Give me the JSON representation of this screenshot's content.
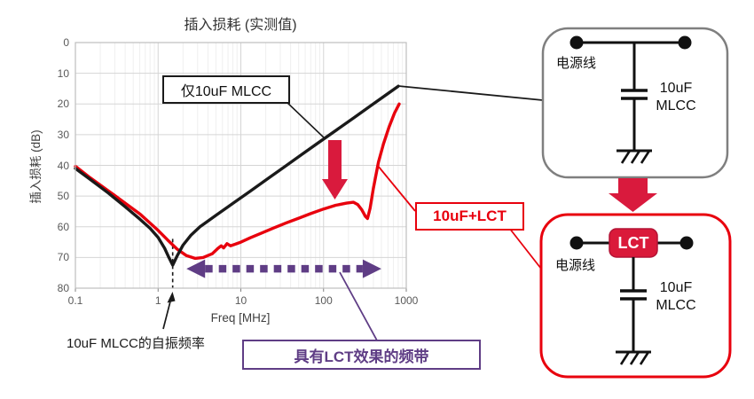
{
  "title": "插入损耗 (实测值)",
  "colors": {
    "curve_black": "#1a1a1a",
    "curve_red": "#e8000d",
    "arrow_crimson": "#d91a3d",
    "purple": "#5f3d85",
    "box_gray_border": "#7f7f7f"
  },
  "chart_data": {
    "type": "line",
    "title": "插入损耗 (实测值)",
    "x_axis": {
      "label": "Freq [MHz]",
      "scale": "log",
      "min": 0.1,
      "max": 1000,
      "ticks": [
        "0.1",
        "1",
        "10",
        "100",
        "1000"
      ]
    },
    "y_axis": {
      "label": "插入损耗 (dB)",
      "min": 0,
      "max": 80,
      "inverted": true,
      "ticks": [
        0,
        10,
        20,
        30,
        40,
        50,
        60,
        70,
        80
      ]
    },
    "grid": "on",
    "series": [
      {
        "name": "仅10uF MLCC",
        "color": "#1a1a1a",
        "points": [
          [
            0.1,
            41
          ],
          [
            0.15,
            44.5
          ],
          [
            0.25,
            49
          ],
          [
            0.4,
            53.5
          ],
          [
            0.6,
            57.5
          ],
          [
            0.8,
            60.5
          ],
          [
            1.0,
            63.5
          ],
          [
            1.2,
            67
          ],
          [
            1.35,
            70
          ],
          [
            1.5,
            72.5
          ],
          [
            1.7,
            69.5
          ],
          [
            2.0,
            66
          ],
          [
            2.5,
            62.7
          ],
          [
            3.2,
            60
          ],
          [
            5,
            56.3
          ],
          [
            8,
            52.4
          ],
          [
            13,
            48.4
          ],
          [
            21,
            44.4
          ],
          [
            34,
            40.4
          ],
          [
            55,
            36.4
          ],
          [
            89,
            32.4
          ],
          [
            145,
            28.4
          ],
          [
            235,
            24.4
          ],
          [
            380,
            20.4
          ],
          [
            615,
            16.4
          ],
          [
            800,
            14.2
          ]
        ]
      },
      {
        "name": "10uF+LCT",
        "color": "#e8000d",
        "points": [
          [
            0.1,
            40.3
          ],
          [
            0.15,
            44
          ],
          [
            0.25,
            48.3
          ],
          [
            0.4,
            52.3
          ],
          [
            0.6,
            55.8
          ],
          [
            0.8,
            58.8
          ],
          [
            1.0,
            61.2
          ],
          [
            1.3,
            64.3
          ],
          [
            1.7,
            67.3
          ],
          [
            2.2,
            69.4
          ],
          [
            2.8,
            70.3
          ],
          [
            3.5,
            70
          ],
          [
            4.5,
            68.8
          ],
          [
            5.3,
            67
          ],
          [
            5.8,
            66.2
          ],
          [
            6.2,
            66.9
          ],
          [
            6.8,
            65.5
          ],
          [
            7.5,
            66.2
          ],
          [
            8.5,
            65.7
          ],
          [
            10,
            65
          ],
          [
            13,
            63.6
          ],
          [
            18,
            62
          ],
          [
            25,
            60.4
          ],
          [
            35,
            58.8
          ],
          [
            50,
            57.2
          ],
          [
            70,
            55.7
          ],
          [
            100,
            54.2
          ],
          [
            140,
            53
          ],
          [
            190,
            52.3
          ],
          [
            230,
            52
          ],
          [
            260,
            52.8
          ],
          [
            290,
            54.5
          ],
          [
            320,
            56.6
          ],
          [
            340,
            57.3
          ],
          [
            365,
            54
          ],
          [
            400,
            47.5
          ],
          [
            460,
            39
          ],
          [
            530,
            33
          ],
          [
            620,
            27.5
          ],
          [
            720,
            23
          ],
          [
            820,
            20
          ]
        ]
      }
    ],
    "annotations": {
      "series_black_label": "仅10uF MLCC",
      "series_red_label": "10uF+LCT",
      "srf_label": "10uF MLCC的自振频率",
      "srf_freq_mhz": 1.5,
      "band_label": "具有LCT效果的频带",
      "band_range_mhz": [
        2.2,
        500
      ],
      "band_level_db": 73.7
    }
  },
  "circuits": {
    "before": {
      "power_line_label": "电源线",
      "cap_label_line1": "10uF",
      "cap_label_line2": "MLCC"
    },
    "after": {
      "power_line_label": "电源线",
      "lct_label": "LCT",
      "cap_label_line1": "10uF",
      "cap_label_line2": "MLCC"
    }
  }
}
